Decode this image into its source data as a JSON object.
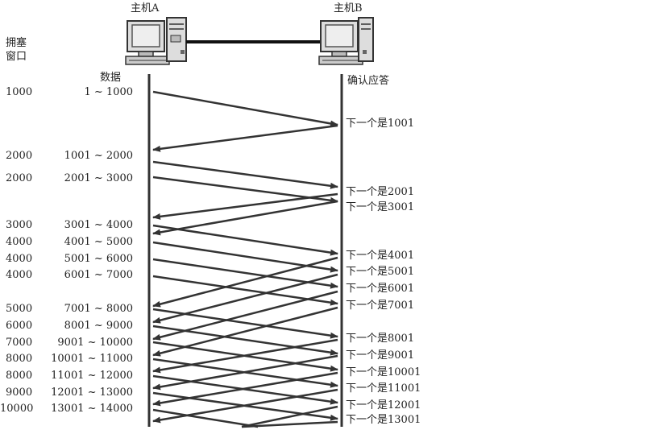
{
  "host_a": "主机A",
  "host_b": "主机B",
  "cwnd_header": [
    "拥塞",
    "窗口"
  ],
  "data_header": "数据",
  "ack_header": "确认应答",
  "cwnd_values": [
    "1000",
    "2000",
    "2000",
    "3000",
    "4000",
    "4000",
    "4000",
    "5000",
    "6000",
    "7000",
    "8000",
    "8000",
    "9000",
    "10000"
  ],
  "data_ranges": [
    "1 ~ 1000",
    "1001 ~ 2000",
    "2001 ~ 3000",
    "3001 ~ 4000",
    "4001 ~ 5000",
    "5001 ~ 6000",
    "6001 ~ 7000",
    "7001 ~ 8000",
    "8001 ~ 9000",
    "9001 ~ 10000",
    "10001 ~ 11000",
    "11001 ~ 12000",
    "12001 ~ 13000",
    "13001 ~ 14000"
  ],
  "acks": [
    "下一个是1001",
    "下一个是2001",
    "下一个是3001",
    "下一个是4001",
    "下一个是5001",
    "下一个是6001",
    "下一个是7001",
    "下一个是8001",
    "下一个是9001",
    "下一个是10001",
    "下一个是11001",
    "下一个是12001",
    "下一个是13001"
  ]
}
